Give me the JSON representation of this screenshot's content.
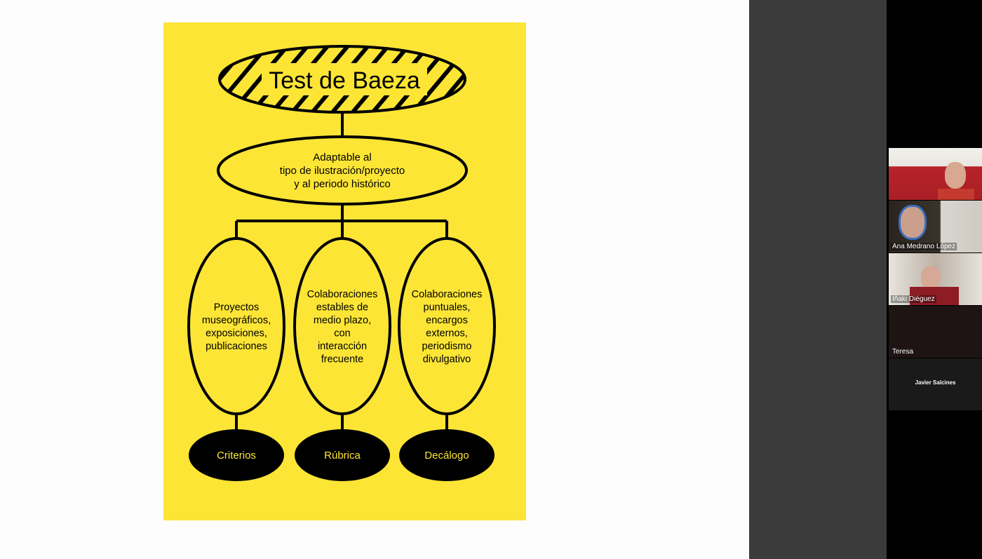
{
  "slide": {
    "title": "Test de Baeza",
    "subtitle_lines": [
      "Adaptable al",
      "tipo de ilustración/proyecto",
      "y al periodo histórico"
    ],
    "branches": [
      {
        "lines": [
          "Proyectos",
          "museográficos,",
          "exposiciones,",
          "publicaciones"
        ],
        "result": "Criterios"
      },
      {
        "lines": [
          "Colaboraciones",
          "estables de",
          "medio plazo,",
          "con",
          "interacción",
          "frecuente"
        ],
        "result": "Rúbrica"
      },
      {
        "lines": [
          "Colaboraciones",
          "puntuales,",
          "encargos",
          "externos,",
          "periodismo",
          "divulgativo"
        ],
        "result": "Decálogo"
      }
    ],
    "background_color": "#fde536"
  },
  "participants": [
    {
      "name": ""
    },
    {
      "name": "Ana Medrano López"
    },
    {
      "name": "Iñaki Diéguez"
    },
    {
      "name": "Teresa"
    },
    {
      "name": "Javier Salcines"
    }
  ]
}
